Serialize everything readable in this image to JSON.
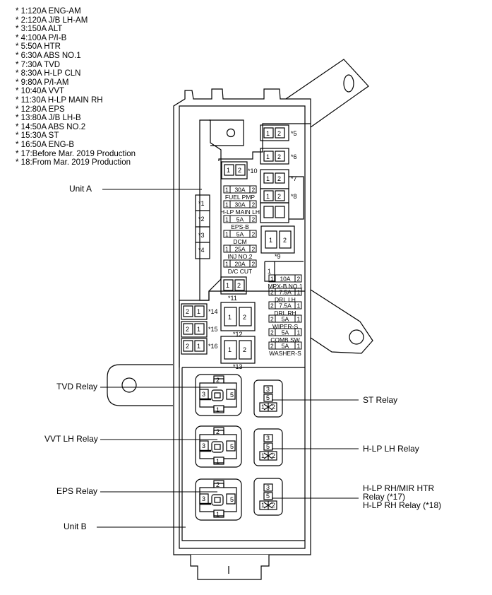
{
  "legend": [
    "* 1:120A ENG-AM",
    "* 2:120A J/B LH-AM",
    "* 3:150A ALT",
    "* 4:100A P/I-B",
    "* 5:50A HTR",
    "* 6:30A ABS NO.1",
    "* 7:30A TVD",
    "* 8:30A H-LP CLN",
    "* 9:80A P/I-AM",
    "* 10:40A VVT",
    "* 11:30A H-LP MAIN RH",
    "* 12:80A EPS",
    "* 13:80A J/B LH-B",
    "* 14:50A ABS NO.2",
    "* 15:30A ST",
    "* 16:50A ENG-B",
    "* 17:Before Mar. 2019 Production",
    "* 18:From Mar. 2019 Production"
  ],
  "callouts": {
    "unit_a": "Unit A",
    "unit_b": "Unit B",
    "tvd_relay": "TVD Relay",
    "vvt_lh_relay": "VVT LH Relay",
    "eps_relay": "EPS Relay",
    "st_relay": "ST Relay",
    "hlp_lh_relay": "H-LP LH Relay",
    "hlp_rh_line1": "H-LP RH/MIR HTR",
    "hlp_rh_line2": "Relay (*17)",
    "hlp_rh_line3": "H-LP RH Relay (*18)"
  },
  "unit_a_fuses": [
    "*1",
    "*2",
    "*3",
    "*4"
  ],
  "pin_labels": {
    "one": "1",
    "two": "2",
    "three": "3",
    "five": "5",
    "twelve": "1 2",
    "twenty_one": "2 1"
  },
  "star_labels": {
    "s5": "*5",
    "s6": "*6",
    "s7": "*7",
    "s8": "*8",
    "s9": "*9",
    "s10": "*10",
    "s11": "*11",
    "s12": "*12",
    "s13": "*13",
    "s14": "*14",
    "s15": "*15",
    "s16": "*16"
  },
  "mini_fuses_left": [
    {
      "pin_a": "1",
      "amp": "30A",
      "pin_b": "2",
      "name": "FUEL PMP"
    },
    {
      "pin_a": "1",
      "amp": "30A",
      "pin_b": "2",
      "name": "H-LP MAIN LH"
    },
    {
      "pin_a": "1",
      "amp": "5A",
      "pin_b": "2",
      "name": "EPS-B"
    },
    {
      "pin_a": "1",
      "amp": "5A",
      "pin_b": "2",
      "name": "DCM"
    },
    {
      "pin_a": "1",
      "amp": "25A",
      "pin_b": "2",
      "name": "INJ NO.2"
    },
    {
      "pin_a": "1",
      "amp": "20A",
      "pin_b": "2",
      "name": "D/C CUT"
    }
  ],
  "mini_fuses_right": [
    {
      "pin_a": "1",
      "amp": "10A",
      "pin_b": "2",
      "name": "MPX-B NO.1"
    },
    {
      "pin_a": "2",
      "amp": "7.5A",
      "pin_b": "1",
      "name": "DRL LH"
    },
    {
      "pin_a": "2",
      "amp": "7.5A",
      "pin_b": "1",
      "name": "DRL RH"
    },
    {
      "pin_a": "2",
      "amp": "5A",
      "pin_b": "1",
      "name": "WIPER-S"
    },
    {
      "pin_a": "2",
      "amp": "5A",
      "pin_b": "1",
      "name": "COMB SW"
    },
    {
      "pin_a": "2",
      "amp": "5A",
      "pin_b": "1",
      "name": "WASHER-S"
    }
  ],
  "colors": {
    "stroke": "#000000",
    "background": "#ffffff",
    "wire": "#555555"
  }
}
